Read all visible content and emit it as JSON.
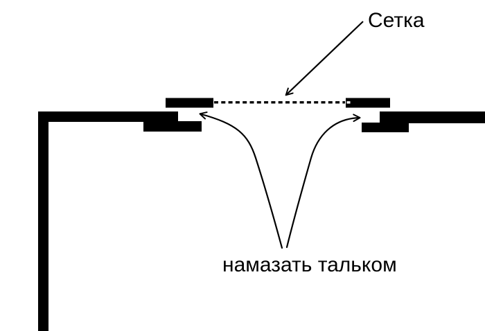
{
  "diagram": {
    "type": "technical-illustration",
    "labels": {
      "mesh": "Сетка",
      "talc": "намазать тальком"
    },
    "colors": {
      "ink": "#000000",
      "background": "#ffffff"
    }
  }
}
